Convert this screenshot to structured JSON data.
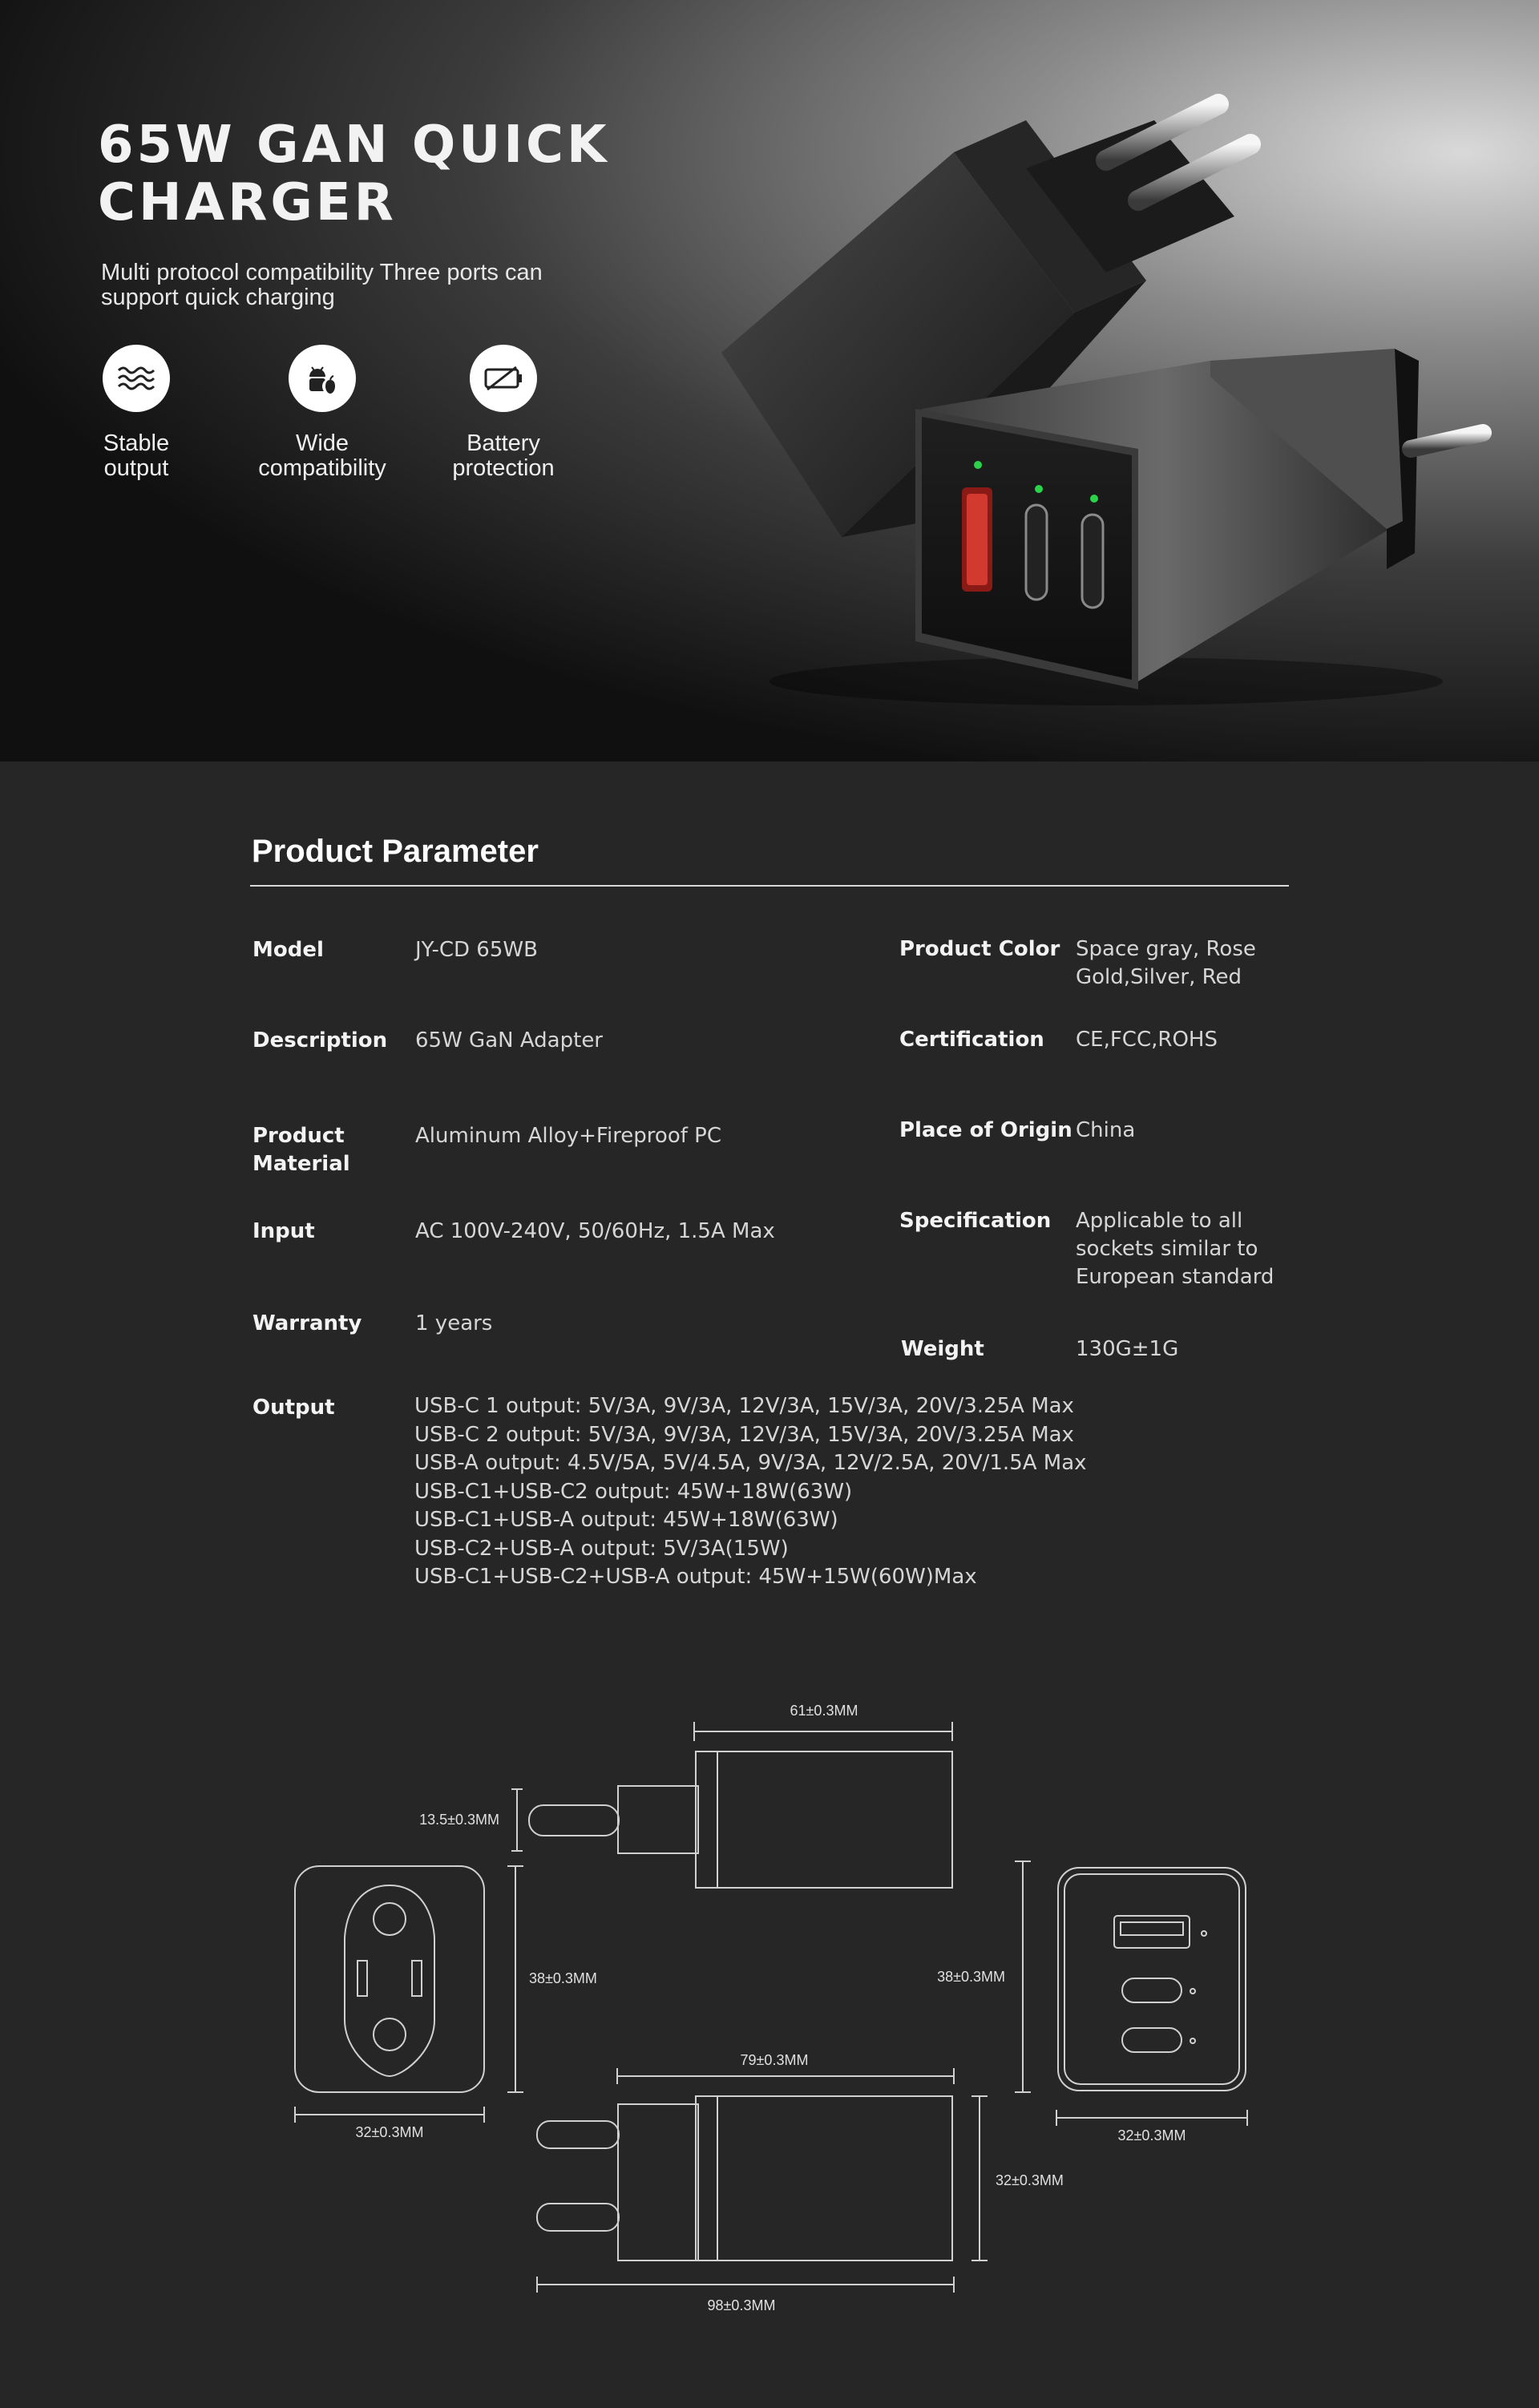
{
  "hero": {
    "title_line1": "65W GAN QUICK",
    "title_line2": "CHARGER",
    "subtitle": "Multi protocol compatibility Three ports can support quick charging",
    "features": [
      {
        "icon": "wave-icon",
        "label": "Stable\noutput"
      },
      {
        "icon": "android-apple-icon",
        "label": "Wide\ncompatibility"
      },
      {
        "icon": "battery-protection-icon",
        "label": "Battery\nprotection"
      }
    ]
  },
  "parameters": {
    "title": "Product Parameter",
    "left": [
      {
        "label": "Model",
        "value": "JY-CD 65WB"
      },
      {
        "label": "Description",
        "value": "65W GaN Adapter"
      },
      {
        "label": "Product\nMaterial",
        "value": "Aluminum Alloy+Fireproof PC"
      },
      {
        "label": "Input",
        "value": "AC 100V-240V, 50/60Hz, 1.5A Max"
      },
      {
        "label": "Warranty",
        "value": "1 years"
      }
    ],
    "right": [
      {
        "label": "Product Color",
        "value": "Space gray, Rose\nGold,Silver, Red"
      },
      {
        "label": "Certification",
        "value": "CE,FCC,ROHS"
      },
      {
        "label": "Place of Origin",
        "value": "China"
      },
      {
        "label": "Specification",
        "value": "Applicable to all\nsockets similar to\nEuropean standard"
      },
      {
        "label": "Weight",
        "value": "130G±1G"
      }
    ],
    "output": {
      "label": "Output",
      "lines": [
        "USB-C 1 output: 5V/3A, 9V/3A, 12V/3A, 15V/3A, 20V/3.25A Max",
        "USB-C 2 output: 5V/3A, 9V/3A, 12V/3A, 15V/3A, 20V/3.25A Max",
        "USB-A output: 4.5V/5A, 5V/4.5A, 9V/3A, 12V/2.5A, 20V/1.5A Max",
        "USB-C1+USB-C2 output: 45W+18W(63W)",
        "USB-C1+USB-A output: 45W+18W(63W)",
        "USB-C2+USB-A output: 5V/3A(15W)",
        "USB-C1+USB-C2+USB-A output: 45W+15W(60W)Max"
      ]
    }
  },
  "dimensions": {
    "top_width": "61±0.3MM",
    "pin_offset": "13.5±0.3MM",
    "plug_height": "38±0.3MM",
    "plug_width": "32±0.3MM",
    "front_height": "38±0.3MM",
    "front_width": "32±0.3MM",
    "side_body": "79±0.3MM",
    "side_height": "32±0.3MM",
    "side_total": "98±0.3MM"
  },
  "colors": {
    "background": "#262626",
    "led_green": "#2bd34a",
    "usb_a_port": "#d23a2f",
    "text_light": "#e6e6e6"
  }
}
